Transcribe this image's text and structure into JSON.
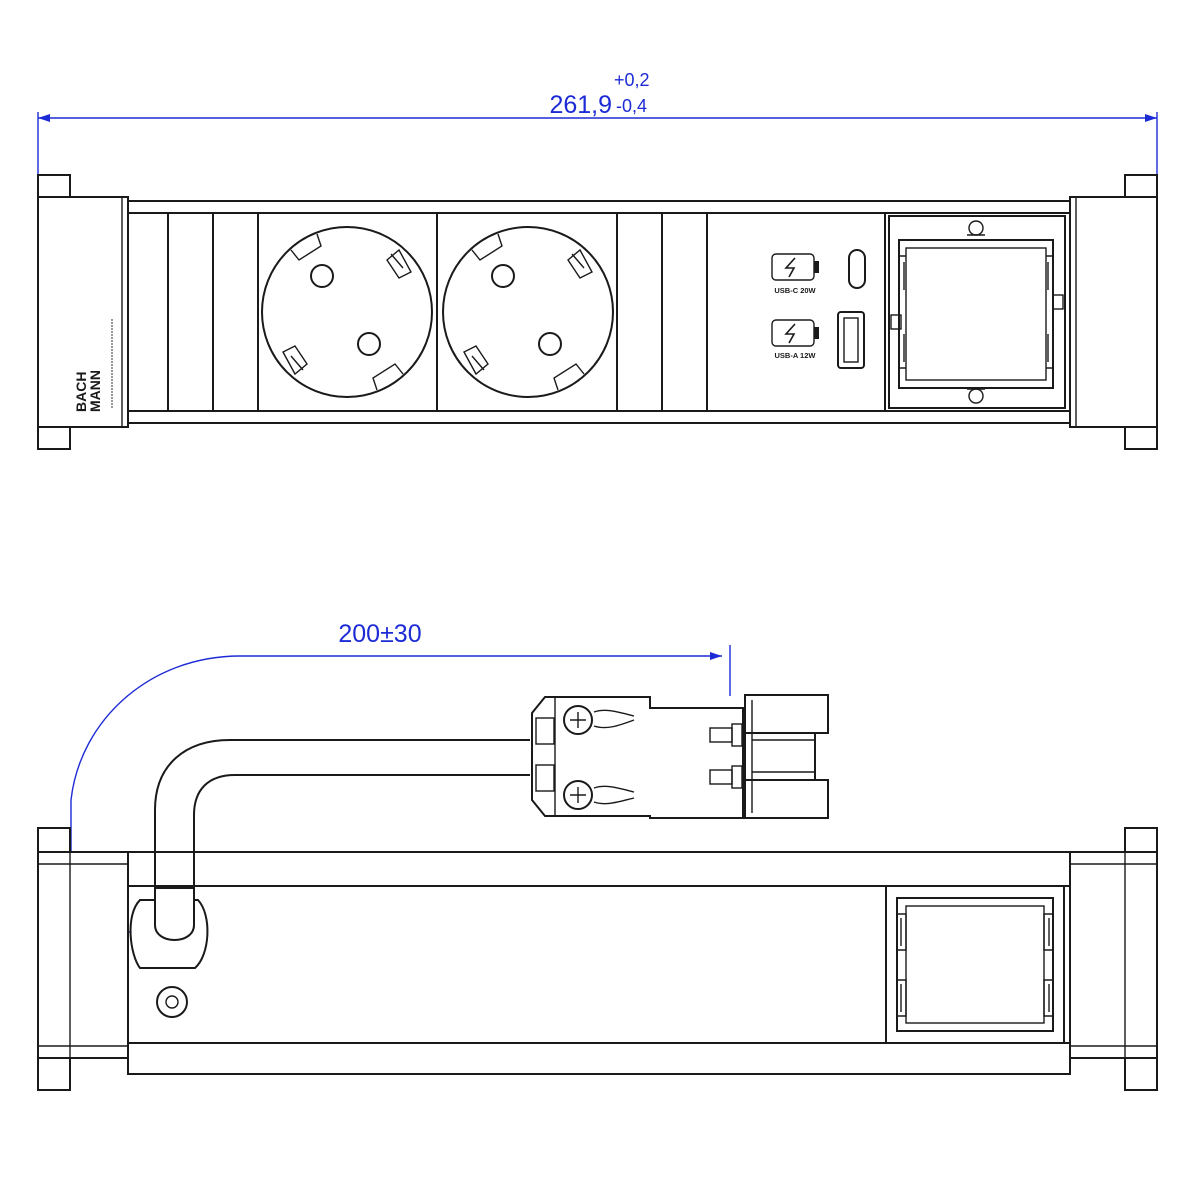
{
  "dimensions": {
    "overall_length": {
      "value": "261,9",
      "tol_plus": "+0,2",
      "tol_minus": "-0,4"
    },
    "cable_length": {
      "value": "200±30"
    }
  },
  "labels": {
    "brand_line1": "BACH",
    "brand_line2": "MANN",
    "usb_c": "USB-C 20W",
    "usb_a": "USB-A 12W"
  },
  "colors": {
    "line": "#1a1a1a",
    "dimension": "#1d2bd6",
    "background": "#ffffff"
  }
}
